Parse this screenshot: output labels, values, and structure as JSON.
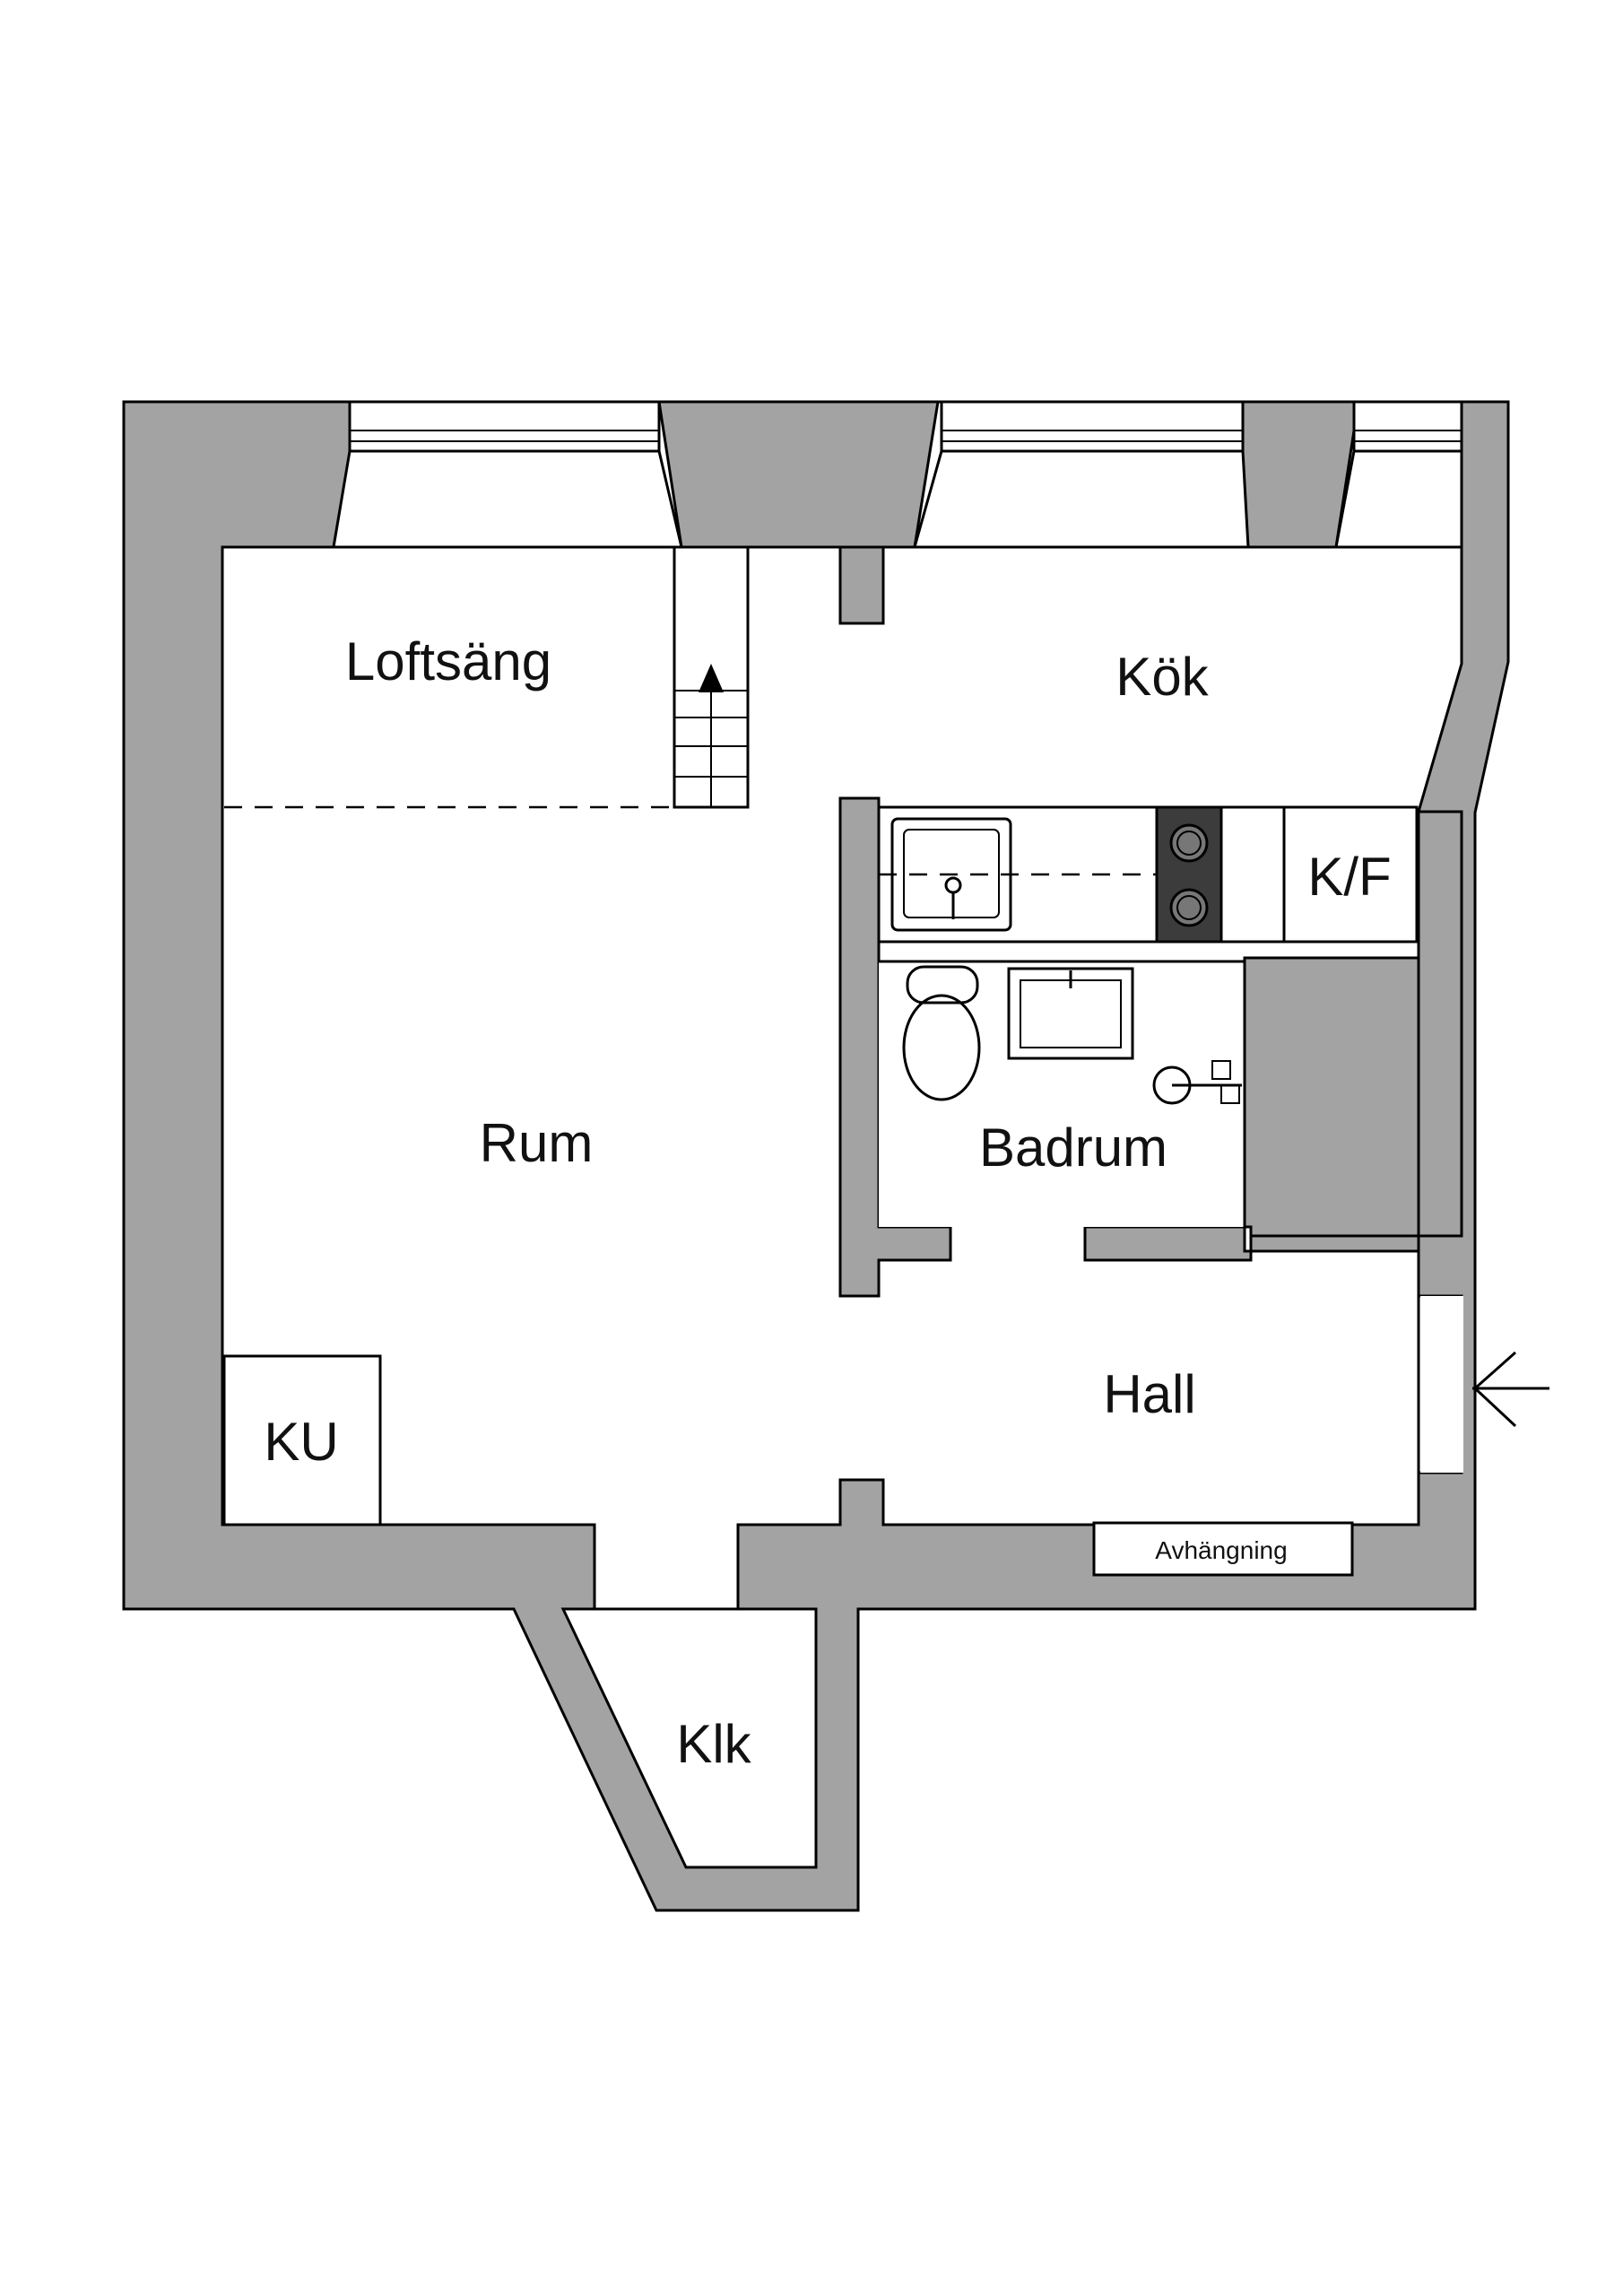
{
  "plan": {
    "wall_color": "#a3a3a3",
    "line_color": "#000000",
    "background": "#ffffff",
    "rooms": {
      "loft": "Loftsäng",
      "kitchen": "Kök",
      "kf": "K/F",
      "room": "Rum",
      "bath": "Badrum",
      "ku": "KU",
      "hall": "Hall",
      "hang": "Avhängning",
      "closet": "Klk"
    },
    "icons": [
      "stair-up-arrow-icon",
      "entrance-arrow-icon",
      "sink-icon",
      "stove-icon",
      "toilet-icon",
      "washbasin-icon",
      "shower-icon"
    ]
  }
}
